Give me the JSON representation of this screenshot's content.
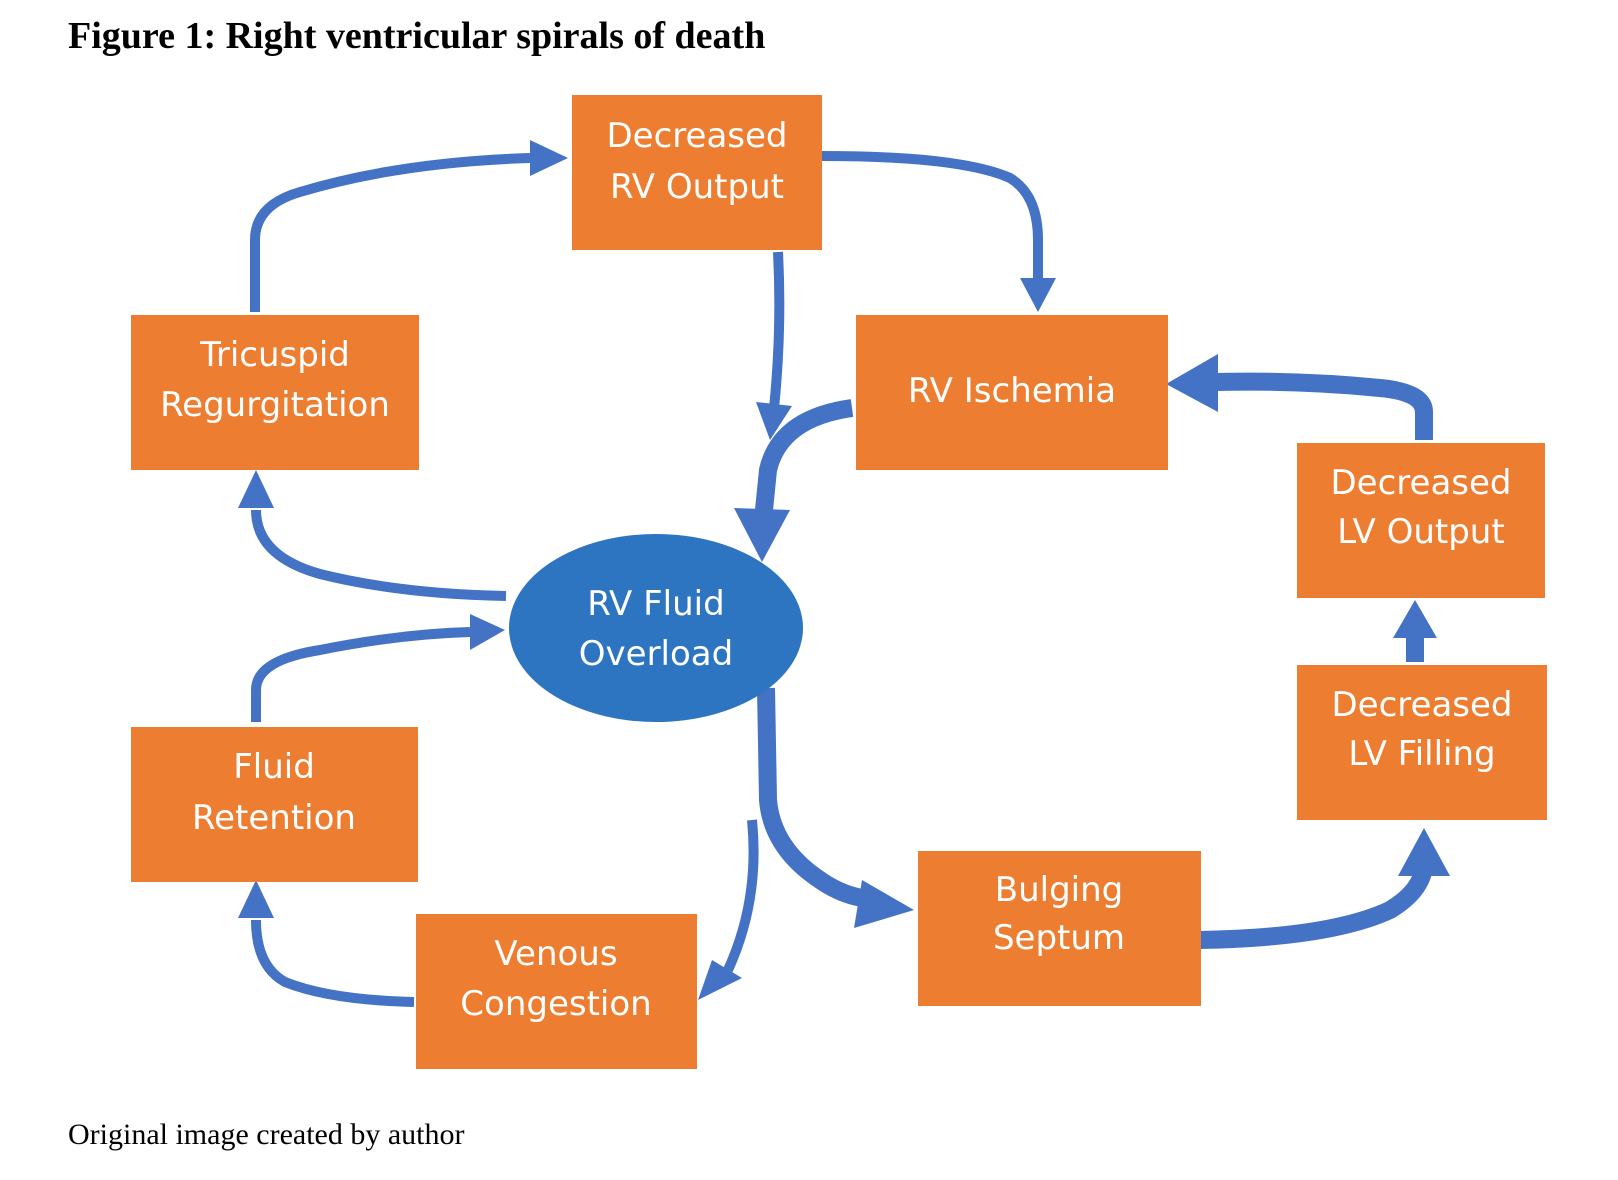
{
  "figure": {
    "title": "Figure 1: Right ventricular spirals of death",
    "caption": "Original image created by author"
  },
  "colors": {
    "box": "#ED7D31",
    "center": "#2E75C1",
    "arrow": "#4472C4",
    "text": "#FFFFFF"
  },
  "nodes": {
    "decreased_rv_output": [
      "Decreased",
      "RV Output"
    ],
    "tricuspid_regurgitation": [
      "Tricuspid",
      "Regurgitation"
    ],
    "rv_ischemia": [
      "RV Ischemia"
    ],
    "rv_fluid_overload": [
      "RV Fluid",
      "Overload"
    ],
    "decreased_lv_output": [
      "Decreased",
      "LV Output"
    ],
    "decreased_lv_filling": [
      "Decreased",
      "LV Filling"
    ],
    "fluid_retention": [
      "Fluid",
      "Retention"
    ],
    "venous_congestion": [
      "Venous",
      "Congestion"
    ],
    "bulging_septum": [
      "Bulging",
      "Septum"
    ]
  },
  "edges": [
    {
      "from": "tricuspid_regurgitation",
      "to": "decreased_rv_output"
    },
    {
      "from": "decreased_rv_output",
      "to": "rv_ischemia"
    },
    {
      "from": "decreased_rv_output",
      "to": "rv_fluid_overload"
    },
    {
      "from": "rv_ischemia",
      "to": "rv_fluid_overload"
    },
    {
      "from": "decreased_lv_output",
      "to": "rv_ischemia"
    },
    {
      "from": "decreased_lv_filling",
      "to": "decreased_lv_output"
    },
    {
      "from": "rv_fluid_overload",
      "to": "tricuspid_regurgitation"
    },
    {
      "from": "fluid_retention",
      "to": "rv_fluid_overload"
    },
    {
      "from": "rv_fluid_overload",
      "to": "venous_congestion"
    },
    {
      "from": "rv_fluid_overload",
      "to": "bulging_septum"
    },
    {
      "from": "venous_congestion",
      "to": "fluid_retention"
    },
    {
      "from": "bulging_septum",
      "to": "decreased_lv_filling"
    }
  ]
}
